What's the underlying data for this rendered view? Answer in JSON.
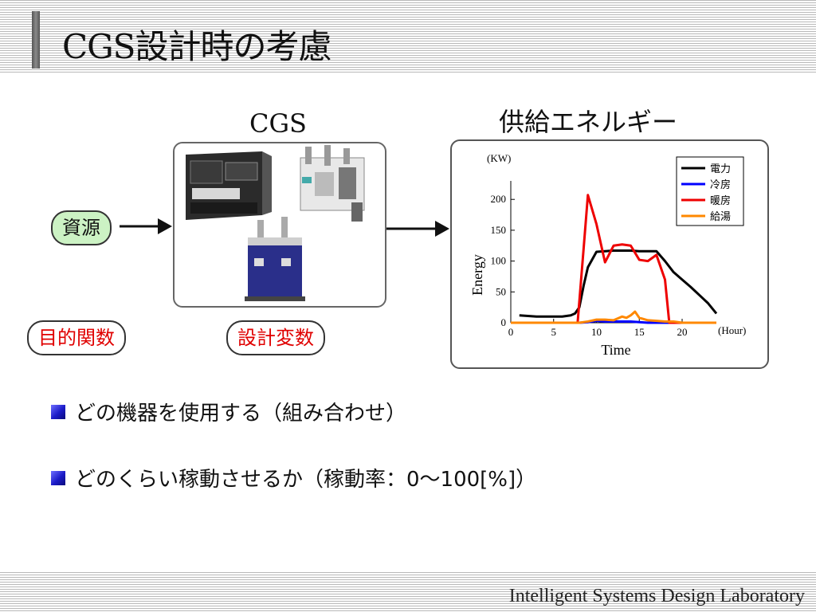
{
  "slide": {
    "title": "CGS設計時の考慮",
    "footer": "Intelligent Systems Design Laboratory"
  },
  "diagram": {
    "resource_label": "資源",
    "cgs_label": "CGS",
    "supply_label": "供給エネルギー",
    "objective_label": "目的関数",
    "design_variables_label": "設計変数"
  },
  "bullets": [
    "どの機器を使用する（組み合わせ）",
    "どのくらい稼動させるか（稼動率：0〜100[%]）"
  ],
  "chart_data": {
    "type": "line",
    "y_unit": "(KW)",
    "ylabel": "Energy",
    "x_unit": "(Hour)",
    "xlabel": "Time",
    "xlim": [
      0,
      24
    ],
    "ylim": [
      0,
      230
    ],
    "x_ticks": [
      0,
      5,
      10,
      15,
      20
    ],
    "y_ticks": [
      0,
      50,
      100,
      150,
      200
    ],
    "legend_position": "top-right",
    "series": [
      {
        "name": "電力",
        "color": "#000000",
        "x": [
          1,
          2,
          3,
          4,
          5,
          6,
          7,
          7.5,
          8,
          8.5,
          9,
          10,
          11,
          12,
          13,
          14,
          15,
          16,
          17,
          18,
          19,
          20,
          21,
          22,
          23,
          24
        ],
        "y": [
          12,
          11,
          10,
          10,
          10,
          10,
          12,
          15,
          25,
          60,
          90,
          115,
          116,
          117,
          117,
          117,
          116,
          116,
          116,
          100,
          82,
          70,
          58,
          45,
          32,
          15
        ]
      },
      {
        "name": "冷房",
        "color": "#0000ff",
        "x": [
          0,
          8,
          9,
          10,
          11,
          12,
          13,
          14,
          15,
          16,
          24
        ],
        "y": [
          0,
          0,
          1,
          3,
          2,
          2,
          2,
          2,
          1,
          0,
          0
        ]
      },
      {
        "name": "暖房",
        "color": "#ee0000",
        "x": [
          0,
          7.8,
          8.5,
          9,
          10,
          11,
          12,
          13,
          14,
          15,
          16,
          17,
          18,
          18.5,
          19,
          24
        ],
        "y": [
          0,
          0,
          120,
          207,
          160,
          98,
          125,
          127,
          125,
          102,
          100,
          110,
          70,
          0,
          0,
          0
        ]
      },
      {
        "name": "給湯",
        "color": "#ff8800",
        "x": [
          0,
          8,
          9,
          10,
          11,
          12,
          13,
          13.5,
          14,
          14.5,
          15,
          16,
          17,
          18,
          19,
          20,
          24
        ],
        "y": [
          0,
          0,
          2,
          5,
          5,
          4,
          10,
          8,
          12,
          18,
          8,
          4,
          3,
          2,
          2,
          0,
          0
        ]
      }
    ]
  }
}
